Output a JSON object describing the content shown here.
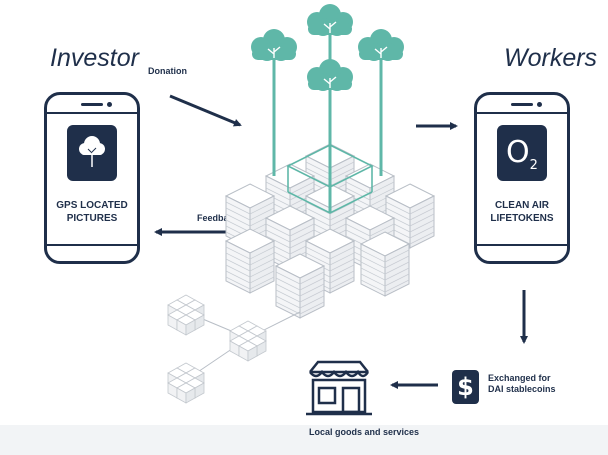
{
  "investor": {
    "title": "Investor",
    "phone_caption": "GPS LOCATED\nPICTURES",
    "icon": "tree-icon"
  },
  "workers": {
    "title": "Workers",
    "phone_caption": "CLEAN AIR\nLIFETOKENS",
    "icon_text": "O",
    "icon_sub": "2"
  },
  "arrows": {
    "donation": "Donation",
    "feedback": "Feedback"
  },
  "exchange": {
    "label": "Exchanged for\nDAI stablecoins",
    "icon": "dollar-icon",
    "symbol": "$"
  },
  "local": {
    "label": "Local goods and services",
    "icon": "storefront-icon"
  },
  "colors": {
    "navy": "#1f2f4a",
    "teal": "#5fb7a8"
  }
}
